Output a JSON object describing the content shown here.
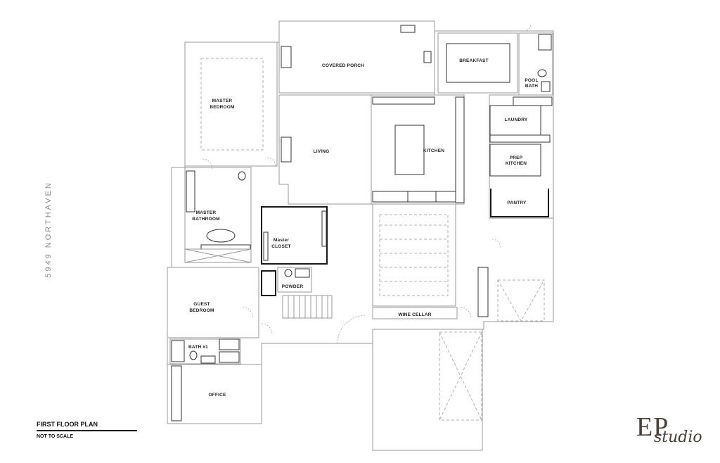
{
  "drawing": {
    "side_text": "5949 NORTHAVEN",
    "title": "FIRST FLOOR PLAN",
    "subtitle": "NOT TO SCALE"
  },
  "logo": {
    "letters": "EP",
    "script": "studio"
  },
  "rooms": {
    "covered_porch": "COVERED PORCH",
    "breakfast": "BREAKFAST",
    "pool_bath_line1": "POOL",
    "pool_bath_line2": "BATH",
    "master_bedroom_line1": "MASTER",
    "master_bedroom_line2": "BEDROOM",
    "living": "LIVING",
    "kitchen": "KITCHEN",
    "laundry": "LAUNDRY",
    "prep_kitchen_line1": "PREP",
    "prep_kitchen_line2": "KITCHEN",
    "pantry": "PANTRY",
    "master_bathroom_line1": "MASTER",
    "master_bathroom_line2": "BATHROOM",
    "master_closet_line1": "Master",
    "master_closet_line2": "CLOSET",
    "powder": "POWDER",
    "guest_bedroom_line1": "GUEST",
    "guest_bedroom_line2": "BEDROOM",
    "wine_cellar": "WINE CELLAR",
    "bath1": "BATH #1",
    "office": "OFFICE"
  },
  "colors": {
    "wall": "#9a9a9a",
    "wall_dark": "#1a1a1a",
    "label": "#222222",
    "logo": "#4a4038"
  }
}
